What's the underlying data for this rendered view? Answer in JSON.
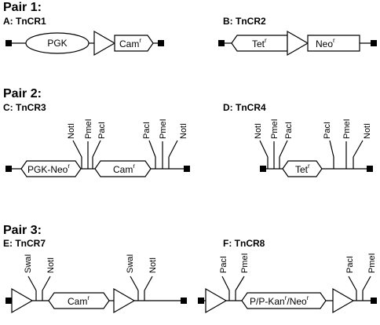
{
  "pairs": [
    {
      "title": "Pair 1:"
    },
    {
      "title": "Pair 2:"
    },
    {
      "title": "Pair 3:"
    }
  ],
  "constructs": {
    "A": {
      "label": "A:  TnCR1",
      "elements": [
        "PGK",
        "Cam",
        "r"
      ]
    },
    "B": {
      "label": "B:  TnCR2",
      "elements": [
        "Tet",
        "r",
        "Neo",
        "r"
      ]
    },
    "C": {
      "label": "C:  TnCR3",
      "elements": [
        "PGK-Neo",
        "r",
        "Cam",
        "r"
      ],
      "sites": [
        "NotI",
        "PmeI",
        "PacI",
        "PacI",
        "PmeI",
        "NotI"
      ]
    },
    "D": {
      "label": "D:  TnCR4",
      "elements": [
        "Tet",
        "r"
      ],
      "sites": [
        "NotI",
        "PmeI",
        "PacI",
        "PacI",
        "PmeI",
        "NotI"
      ]
    },
    "E": {
      "label": "E:  TnCR7",
      "elements": [
        "Cam",
        "r"
      ],
      "sites": [
        "SwaI",
        "NotI",
        "SwaI",
        "NotI"
      ]
    },
    "F": {
      "label": "F:  TnCR8",
      "elements": [
        "P/P-Kan",
        "r",
        "/Neo",
        "r"
      ],
      "sites": [
        "PacI",
        "PmeI",
        "PacI",
        "PmeI"
      ]
    }
  }
}
